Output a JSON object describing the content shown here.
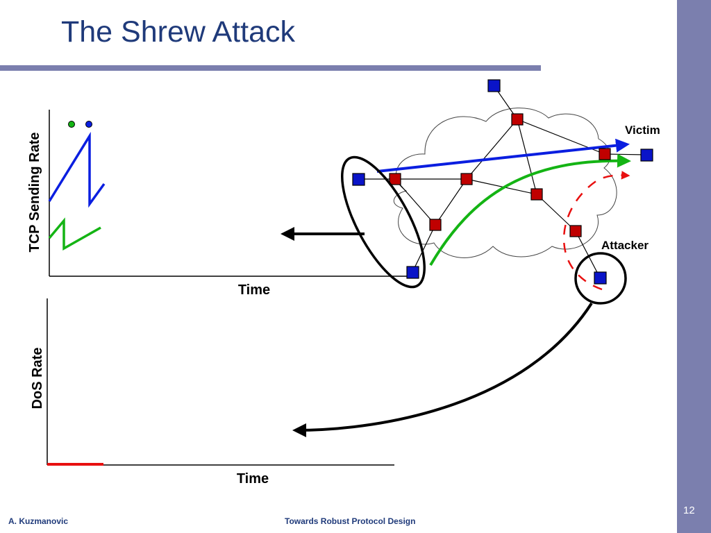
{
  "slide": {
    "title": "The Shrew Attack",
    "page_number": "12",
    "footer_author": "A. Kuzmanovic",
    "footer_title": "Towards Robust Protocol Design"
  },
  "top_plot": {
    "ylabel": "TCP Sending Rate",
    "xlabel": "Time"
  },
  "bottom_plot": {
    "ylabel": "DoS Rate",
    "xlabel": "Time"
  },
  "network": {
    "victim_label": "Victim",
    "attacker_label": "Attacker"
  },
  "colors": {
    "accent_bar": "#7b7fae",
    "title_text": "#1f3a7a",
    "blue_flow": "#0a1ee0",
    "green_flow": "#14b414",
    "attack_flow": "#e81010",
    "router": "#c00000",
    "host": "#0a14c8"
  }
}
